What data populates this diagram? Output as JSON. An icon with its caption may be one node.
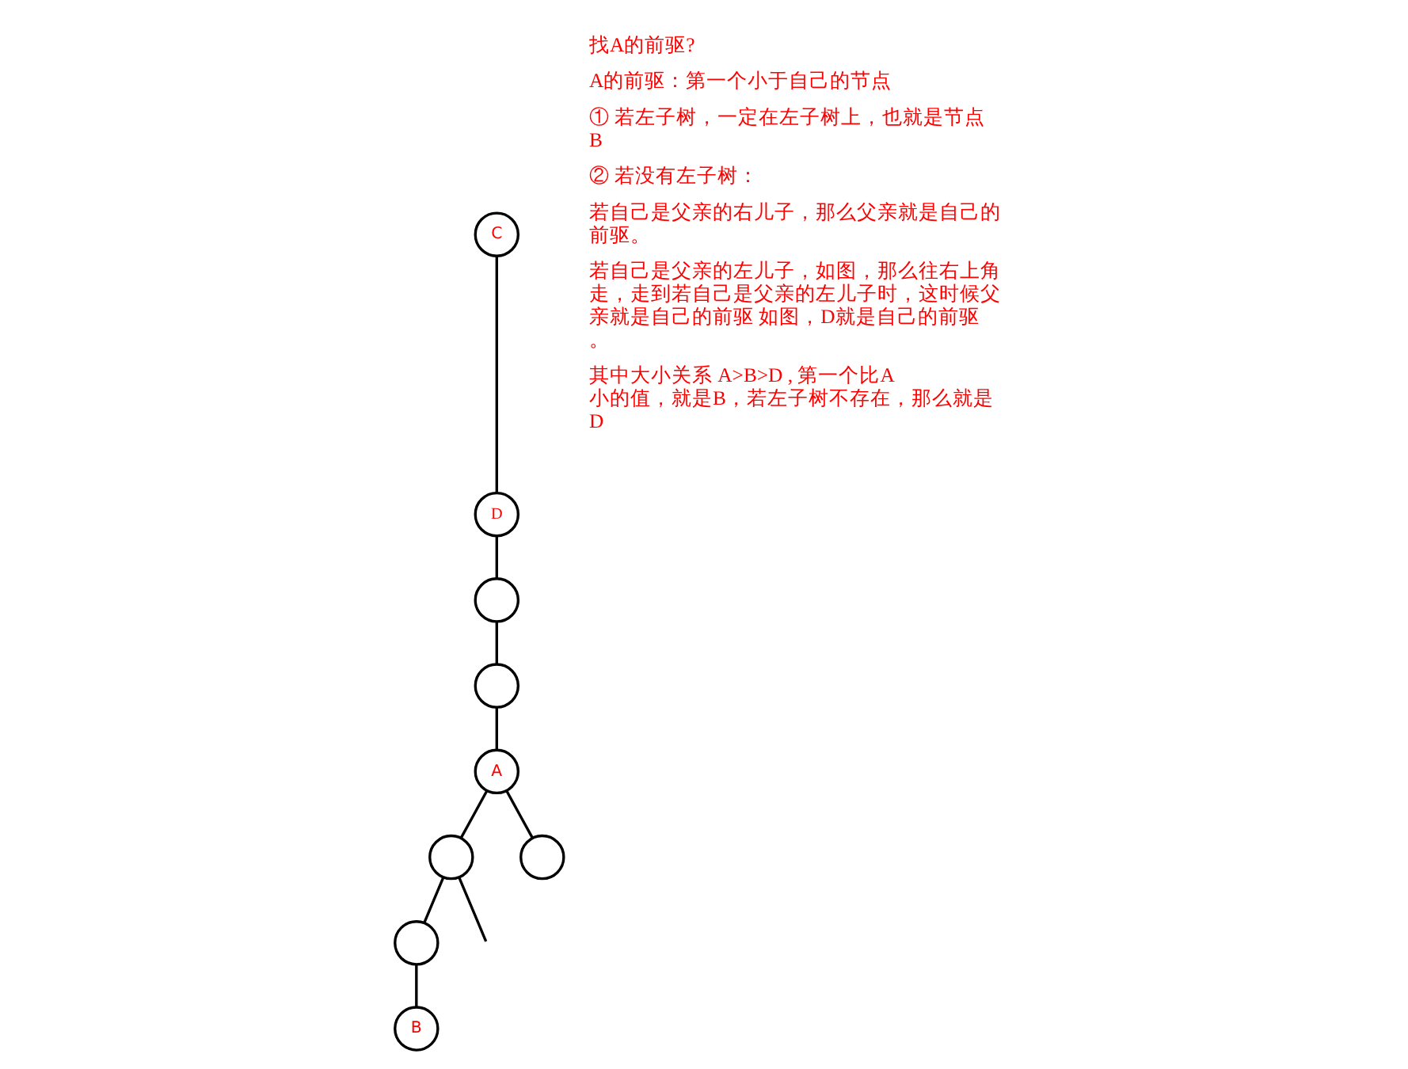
{
  "diagram": {
    "nodes": [
      {
        "text": [
          "C"
        ]
      },
      {
        "text": [
          "D"
        ]
      },
      {
        "text": [],
        "shape": "circle"
      },
      {
        "text": [],
        "shape": "circle"
      },
      {
        "text": [
          "A"
        ]
      },
      {
        "text": [],
        "shape": "circle"
      },
      {
        "text": [],
        "shape": "circle"
      },
      {
        "text": [],
        "shape": "circle"
      },
      {
        "text": [
          "B"
        ]
      }
    ],
    "edges": [
      {
        "from": 0,
        "to": 1,
        "arrow": "none"
      },
      {
        "from": 1,
        "to": 2,
        "arrow": "none"
      },
      {
        "from": 2,
        "to": 3,
        "arrow": "none"
      },
      {
        "from": 3,
        "to": 4,
        "arrow": "none"
      },
      {
        "from": 4,
        "to": 5,
        "arrow": "none"
      },
      {
        "from": 4,
        "to": 6,
        "arrow": "none"
      },
      {
        "from": 5,
        "to": null,
        "arrow": "none"
      },
      {
        "from": 5,
        "to": 7,
        "arrow": "none"
      },
      {
        "from": 7,
        "to": 8,
        "arrow": "none"
      }
    ],
    "labels": [
      "找A的前驱?",
      "A的前驱：第一个小于自己的节点",
      "① 若左子树，一定在左子树上，也就是节点B",
      "② 若没有左子树：",
      "若自己是父亲的右儿子，那么父亲就是自己的前驱。",
      "若自己是父亲的左儿子，如图，那么往右上角走，走到若自己是父亲的左儿子时，这时候父亲就是自己的前驱 如图，D就是自己的前驱。",
      "其中大小关系 A>B>D , 第一个比A小的值，就是B，若左子树不存在，那么就是D"
    ]
  }
}
